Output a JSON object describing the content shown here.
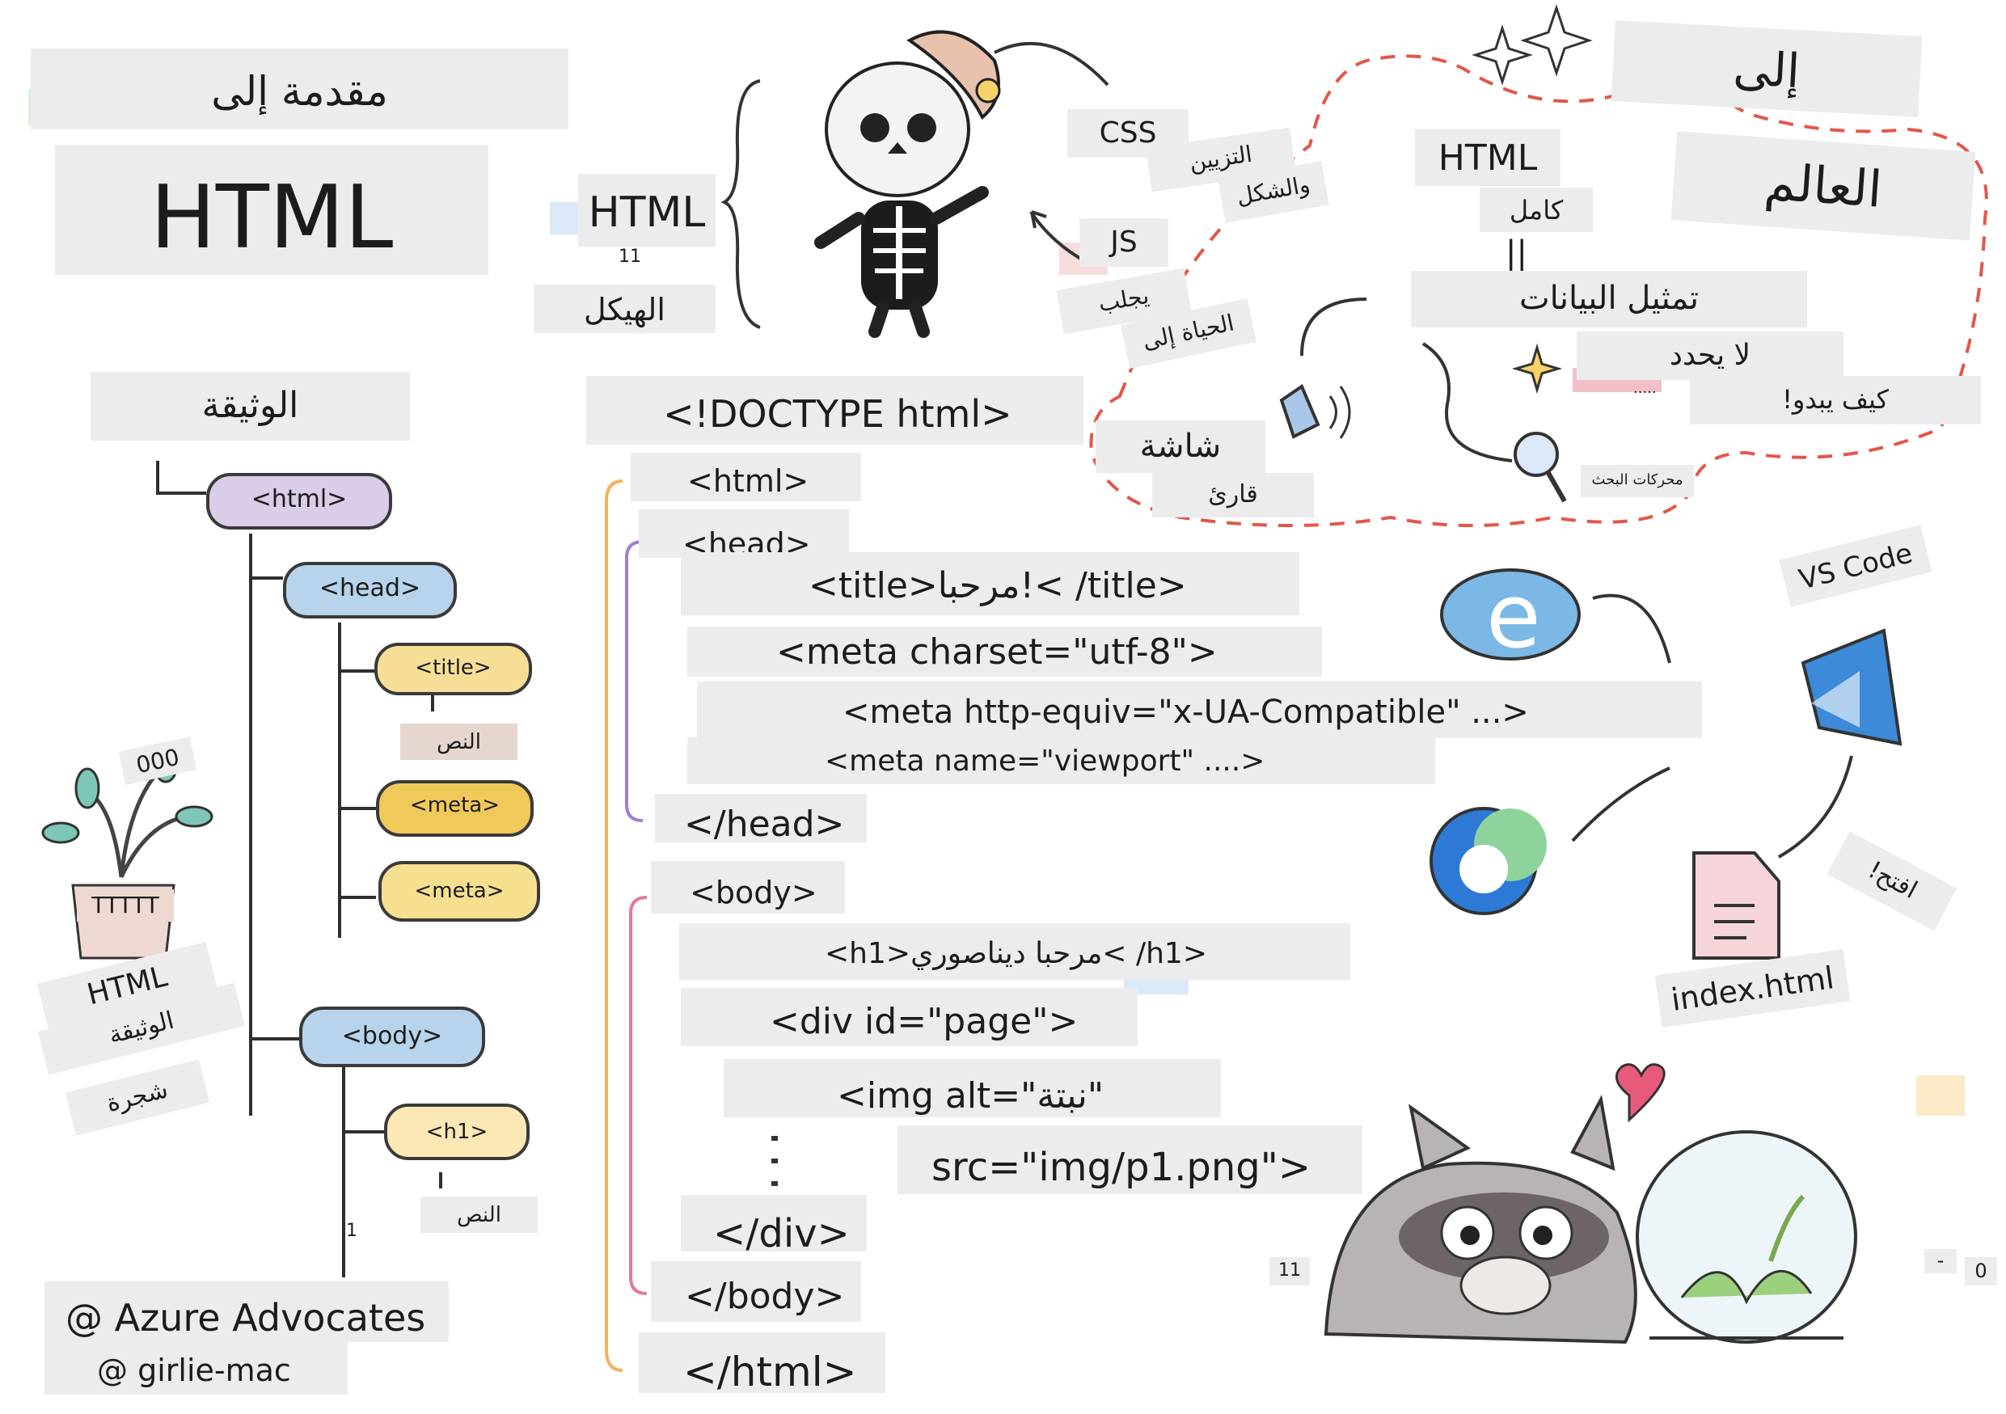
{
  "intro": {
    "arabic_heading": "مقدمة إلى",
    "big_title": "HTML"
  },
  "skeleton": {
    "html_label": "HTML",
    "num": "11",
    "skeleton_label": "الهيكل",
    "css_label": "CSS",
    "css_ar1": "التزيين",
    "css_ar2": "والشكل",
    "js_label": "JS",
    "js_ar1": "يجلب",
    "js_ar2": "الحياة إلى"
  },
  "cloud": {
    "title_line1": "إلى",
    "title_line2": "العالم",
    "html_label": "HTML",
    "complete_ar": "كامل",
    "symbol": "||",
    "represent_ar": "تمثيل البيانات",
    "screen_ar": "شاشة",
    "reader_ar": "قارئ",
    "search_small": "محركات البحث",
    "dots": ".....",
    "find_ar": "لا يحدد",
    "how_ar": "كيف يبدو!"
  },
  "structure": {
    "heading": "الوثيقة",
    "nodes": {
      "html": "<html>",
      "head": "<head>",
      "title": "<title>",
      "meta1": "<meta>",
      "meta2": "<meta>",
      "body": "<body>",
      "h1": "<h1>"
    },
    "text1": "النص",
    "text2": "النص",
    "one": "1"
  },
  "plant": {
    "count": "000",
    "pot": "TTTTT"
  },
  "notes": {
    "html_doc1": "HTML",
    "html_doc2": "الوثيقة",
    "translate": "شجرة"
  },
  "code": {
    "l1": "<!DOCTYPE html>",
    "l2": "<html>",
    "l3": "<head>",
    "l4": "<title>مرحبا!< /title>",
    "l5": "<meta charset=\"utf-8\">",
    "l6": "<meta http-equiv=\"x-UA-Compatible\" ...>",
    "l7": "<meta name=\"viewport\" ....>",
    "l8": "</head>",
    "l9": "<body>",
    "l10": "<h1>مرحبا ديناصوري< /h1>",
    "l11": "<div id=\"page\">",
    "l12": "<img alt=\"نبتة\"",
    "l13": "src=\"img/p1.png\">",
    "l14": "</div>",
    "l15": "</body>",
    "l16": "</html>"
  },
  "tools": {
    "vscode": "VS Code",
    "open": "افتح!",
    "file": "index.html"
  },
  "credits": {
    "azure": "@ Azure Advocates",
    "girlie": "@ girlie-mac"
  },
  "misc": {
    "n11": "11",
    "n0": "0",
    "dash": "-"
  }
}
